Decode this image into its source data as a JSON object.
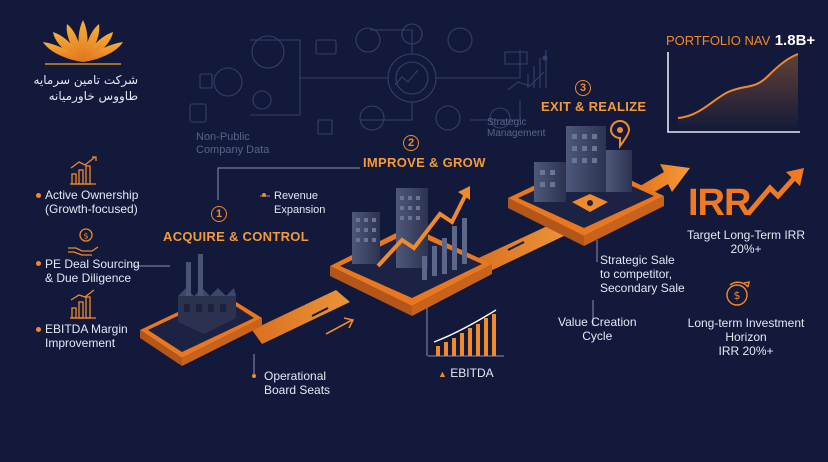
{
  "logo": {
    "company_line1": "شرکت تامین سرمایه",
    "company_line2": "طاووس خاورمیانه",
    "colors": {
      "primary": "#f5a623",
      "secondary": "#f08a2c"
    }
  },
  "background_network": {
    "label_data": "Non-Public\nCompany Data",
    "label_management": "Strategic\nManagement"
  },
  "steps": [
    {
      "number": "1",
      "title": "ACQUIRE & CONTROL"
    },
    {
      "number": "2",
      "title": "IMPROVE & GROW"
    },
    {
      "number": "3",
      "title": "EXIT & REALIZE"
    }
  ],
  "left_list": [
    {
      "icon": "growth-chart-icon",
      "label": "Active Ownership\n(Growth-focused)"
    },
    {
      "icon": "hand-coin-icon",
      "label": "PE Deal Sourcing\n& Due Diligence"
    },
    {
      "icon": "bar-chart-icon",
      "label": "EBITDA Margin\nImprovement"
    }
  ],
  "callouts": {
    "revenue": "Revenue\nExpansion",
    "board": "Operational\nBoard Seats",
    "ebitda": "EBITDA",
    "value_creation": "Value Creation\nCycle",
    "strategic_sale": "Strategic Sale\nto competitor,\nSecondary Sale"
  },
  "portfolio": {
    "label": "PORTFOLIO NAV",
    "value": "1.8B+"
  },
  "irr": {
    "title": "IRR",
    "target": "Target Long-Term IRR\n20%+",
    "horizon_text": "Long-term Investment\nHorizon",
    "horizon_value": "IRR 20%+"
  },
  "colors": {
    "background": "#13193a",
    "accent": "#f08a2c",
    "platform": "#1b2142",
    "line_dim": "#39466d"
  }
}
